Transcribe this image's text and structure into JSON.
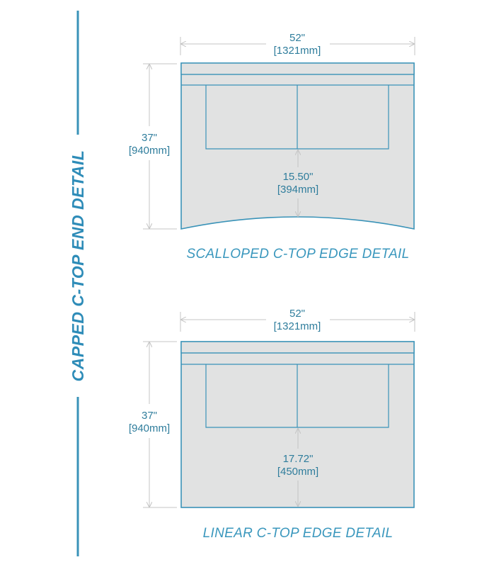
{
  "side_title": "CAPPED C-TOP END DETAIL",
  "colors": {
    "accent": "#2e8cb8",
    "panel_fill": "#e1e2e2",
    "outline": "#3a93b8",
    "dimension_line": "#c4c4c4"
  },
  "details": [
    {
      "caption": "SCALLOPED C-TOP EDGE DETAIL",
      "bottom_edge": "scalloped",
      "width_in": "52\"",
      "width_mm": "[1321mm]",
      "height_in": "37\"",
      "height_mm": "[940mm]",
      "clearance_in": "15.50\"",
      "clearance_mm": "[394mm]"
    },
    {
      "caption": "LINEAR C-TOP EDGE DETAIL",
      "bottom_edge": "linear",
      "width_in": "52\"",
      "width_mm": "[1321mm]",
      "height_in": "37\"",
      "height_mm": "[940mm]",
      "clearance_in": "17.72\"",
      "clearance_mm": "[450mm]"
    }
  ]
}
